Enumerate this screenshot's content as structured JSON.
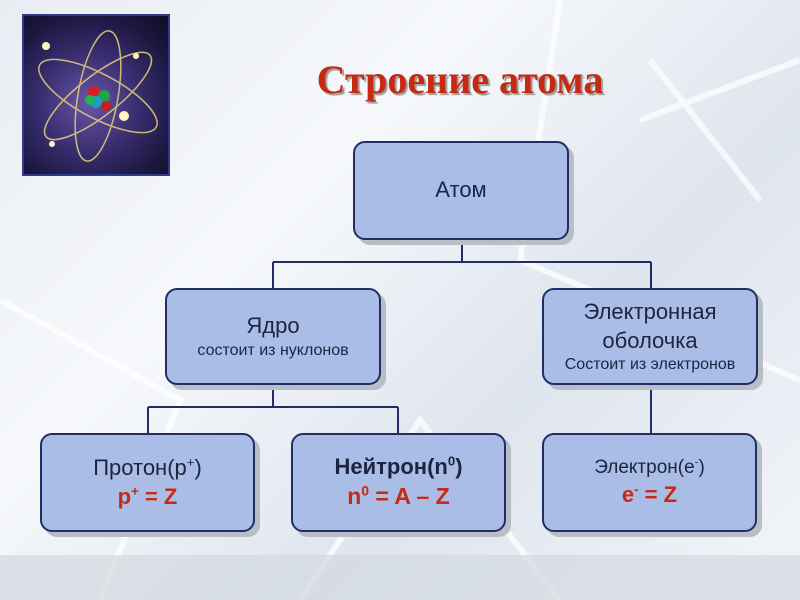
{
  "title": "Строение атома",
  "colors": {
    "title": "#c62a12",
    "box_fill": "#a9bde6",
    "box_border": "#1f2f66",
    "formula": "#c62a12"
  },
  "image": {
    "icon": "atom-model-icon"
  },
  "nodes": {
    "atom": {
      "label": "Атом"
    },
    "nucleus": {
      "label": "Ядро",
      "sub": "состоит из нуклонов"
    },
    "shell": {
      "label_line1": "Электронная",
      "label_line2": "оболочка",
      "sub": "Состоит из электронов"
    },
    "proton": {
      "name": "Протон(p",
      "sup": "+",
      "close": ")",
      "formula_sym": "p",
      "formula_sup": "+",
      "formula_rest": " = Z"
    },
    "neutron": {
      "name": "Нейтрон(n",
      "sup": "0",
      "close": ")",
      "formula_sym": "n",
      "formula_sup": "0",
      "formula_rest": " = A – Z"
    },
    "electron": {
      "name": "Электрон(e",
      "sup": "-",
      "close": ")",
      "formula_sym": "e",
      "formula_sup": "-",
      "formula_rest": " = Z"
    }
  }
}
